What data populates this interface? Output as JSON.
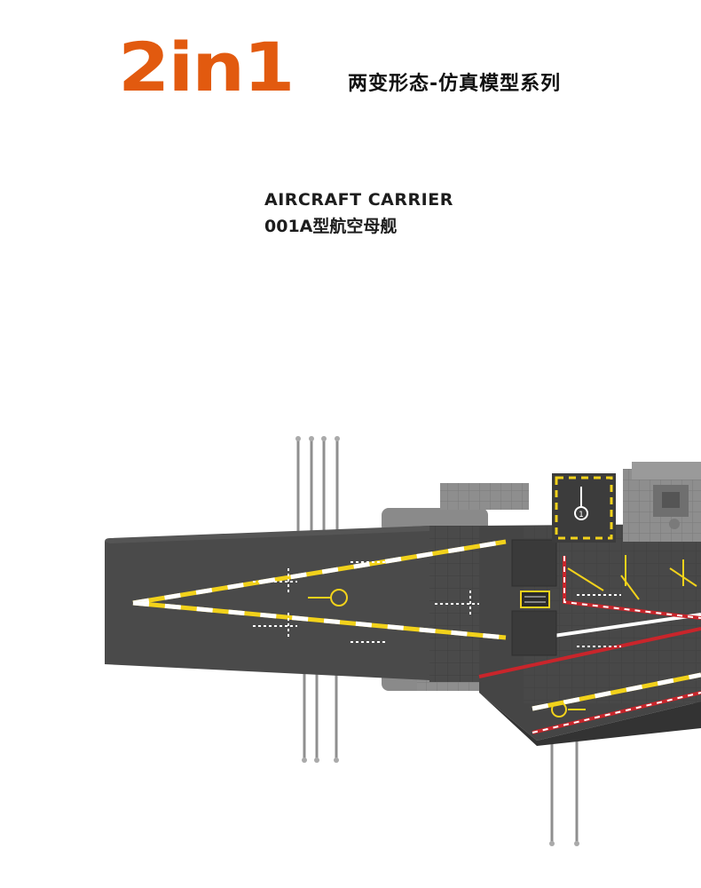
{
  "header": {
    "logo_text": "2in1",
    "tagline": "两变形态-仿真模型系列"
  },
  "model": {
    "name_en": "AIRCRAFT CARRIER",
    "name_zh": "001A型航空母舰"
  },
  "colors": {
    "logo": "#e25a0f",
    "deck": "#4a4a4a",
    "deck_dark": "#3b3b3b",
    "deck_marking_yellow": "#f2d21b",
    "deck_marking_red": "#c9252b",
    "hull_light": "#9a9a9a",
    "pole": "#8f8f8f"
  },
  "deck_badges": [
    "1"
  ]
}
